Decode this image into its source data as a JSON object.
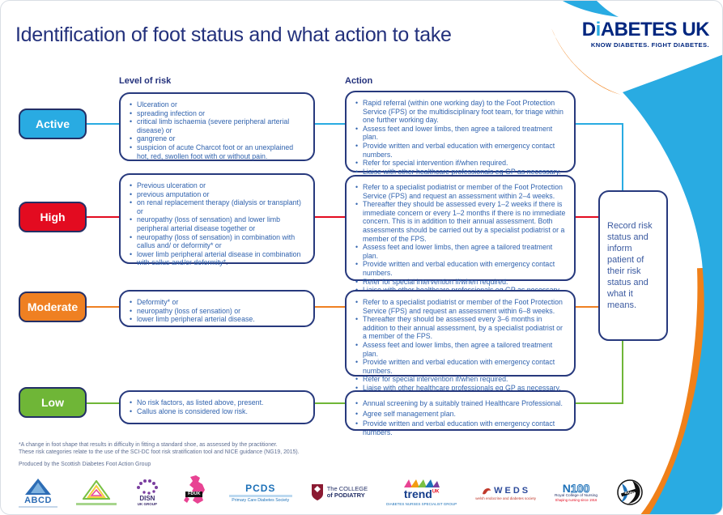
{
  "page": {
    "title": "Identification of foot status and what action to take",
    "brand": {
      "name": "DiABETES UK",
      "parts": {
        "d": "D",
        "i": "i",
        "rest": "ABETES UK"
      },
      "tagline": "KNOW DIABETES. FIGHT DIABETES."
    },
    "column_headers": {
      "risk": "Level of risk",
      "action": "Action"
    }
  },
  "colors": {
    "active": "#29abe2",
    "high": "#e30b20",
    "moderate": "#ef8022",
    "low": "#6fb637",
    "navy_border": "#27397d",
    "bullet_text": "#3163ae",
    "deco_blue": "#29abe2",
    "deco_orange": "#f08019"
  },
  "rows": [
    {
      "label": "Active",
      "color": "#29abe2",
      "risk_items": [
        "Ulceration or",
        "spreading infection or",
        "critical limb ischaemia (severe peripheral arterial disease) or",
        "gangrene or",
        "suspicion of acute Charcot foot or an unexplained hot, red, swollen foot with or without pain."
      ],
      "action_items": [
        "Rapid referral (within one working day) to the Foot Protection Service (FPS) or the multidisciplinary foot team, for triage within one further working day.",
        "Assess feet and lower limbs, then agree a tailored treatment plan.",
        "Provide written and verbal education with emergency contact numbers.",
        "Refer for special intervention if/when required.",
        "Liaise with other healthcare professionals eg GP as necessary."
      ]
    },
    {
      "label": "High",
      "color": "#e30b20",
      "risk_items": [
        "Previous ulceration or",
        "previous amputation or",
        "on renal replacement therapy (dialysis or transplant) or",
        "neuropathy (loss of sensation) and lower limb peripheral arterial disease together or",
        "neuropathy (loss of sensation) in combination with callus and/ or deformity* or",
        "lower limb peripheral arterial disease in combination with callus and/or deformity*."
      ],
      "action_items": [
        "Refer to a specialist podiatrist or member of the Foot Protection Service (FPS) and request an assessment within 2–4 weeks.",
        "Thereafter they should be assessed every 1–2 weeks if there is immediate concern or every 1–2 months if there is no immediate concern. This is in addition to their annual assessment. Both assessments should be carried out by a specialist podiatrist or a member of the FPS.",
        "Assess feet and lower limbs, then agree a tailored treatment plan.",
        "Provide written and verbal education with emergency contact numbers.",
        "Refer for special intervention if/when required.",
        "Liaise with other healthcare professionals eg GP as necessary."
      ]
    },
    {
      "label": "Moderate",
      "color": "#ef8022",
      "risk_items": [
        "Deformity* or",
        "neuropathy (loss of sensation) or",
        "lower limb peripheral arterial disease."
      ],
      "action_items": [
        "Refer to a specialist podiatrist or member of the Foot Protection Service (FPS) and request an assessment within 6–8 weeks.",
        "Thereafter they should be assessed every 3–6 months in addition to their annual assessment, by a specialist podiatrist or a member of the FPS.",
        "Assess feet and lower limbs, then agree a tailored treatment plan.",
        "Provide written and verbal education with emergency contact numbers.",
        "Refer for special intervention if/when required.",
        "Liaise with other healthcare professionals eg GP as necessary."
      ]
    },
    {
      "label": "Low",
      "color": "#6fb637",
      "risk_items": [
        "No risk factors, as listed above, present.",
        "Callus alone is considered low risk."
      ],
      "action_items": [
        "Annual screening by a suitably trained Healthcare Professional.",
        "Agree self management plan.",
        "Provide written and verbal education with emergency contact numbers."
      ]
    }
  ],
  "record_box": {
    "text": "Record risk status and inform patient of their risk status and what it means."
  },
  "footnotes": {
    "line1": "*A change in foot shape that results in difficulty in fitting a standard shoe, as assessed by the practitioner.",
    "line2": "These risk categories relate to the use of the SCI-DC foot risk stratification tool and NICE guidance (NG19, 2015).",
    "produced_by": "Produced by the Scottish Diabetes Foot Action Group"
  },
  "partner_logos": [
    {
      "id": "abcd",
      "label": "ABCD"
    },
    {
      "id": "diabetes-foot-triangle",
      "label": ""
    },
    {
      "id": "disn",
      "label": "DISN",
      "sublabel": "UK GROUP"
    },
    {
      "id": "fduk",
      "label": "FDUK"
    },
    {
      "id": "pcds",
      "label": "PCDS",
      "sublabel": "Primary Care Diabetes Society"
    },
    {
      "id": "college-of-podiatry",
      "label": "The COLLEGE",
      "sublabel": "of PODIATRY"
    },
    {
      "id": "trend-uk",
      "label": "trend",
      "sublabel": "UK"
    },
    {
      "id": "weds",
      "label": "WEDS"
    },
    {
      "id": "rcn",
      "label": "N100",
      "sublabel": "Royal College of Nursing"
    },
    {
      "id": "bapo",
      "label": "BAPO"
    }
  ]
}
